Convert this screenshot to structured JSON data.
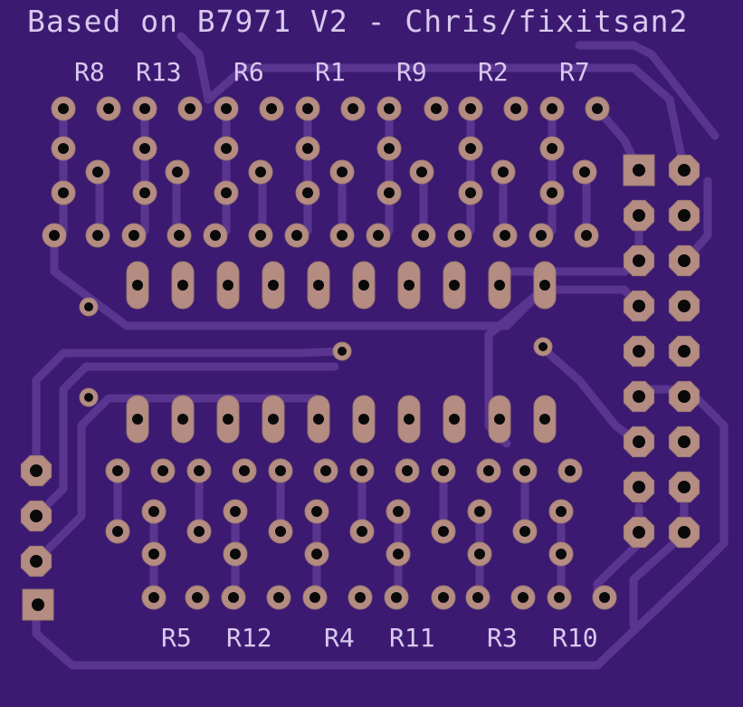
{
  "title": "Based on B7971 V2 - Chris/fixitsan2",
  "top_labels": [
    "R8",
    "R13",
    "R6",
    "R1",
    "R9",
    "R2",
    "R7"
  ],
  "bottom_labels": [
    "R5",
    "R12",
    "R4",
    "R11",
    "R3",
    "R10"
  ],
  "colors": {
    "board": "#3c1a72",
    "trace": "#5a3590",
    "pad": "#b48c82",
    "pad_edge": "#9a7a70",
    "drill": "#0a0a0a",
    "silkscreen": "#d8c9ee"
  },
  "icons": {
    "pad_round": "round-pad-icon",
    "pad_square": "square-pad-icon",
    "pad_octagon": "octagon-pad-icon",
    "pad_oval": "oval-pad-icon",
    "via": "via-icon"
  }
}
